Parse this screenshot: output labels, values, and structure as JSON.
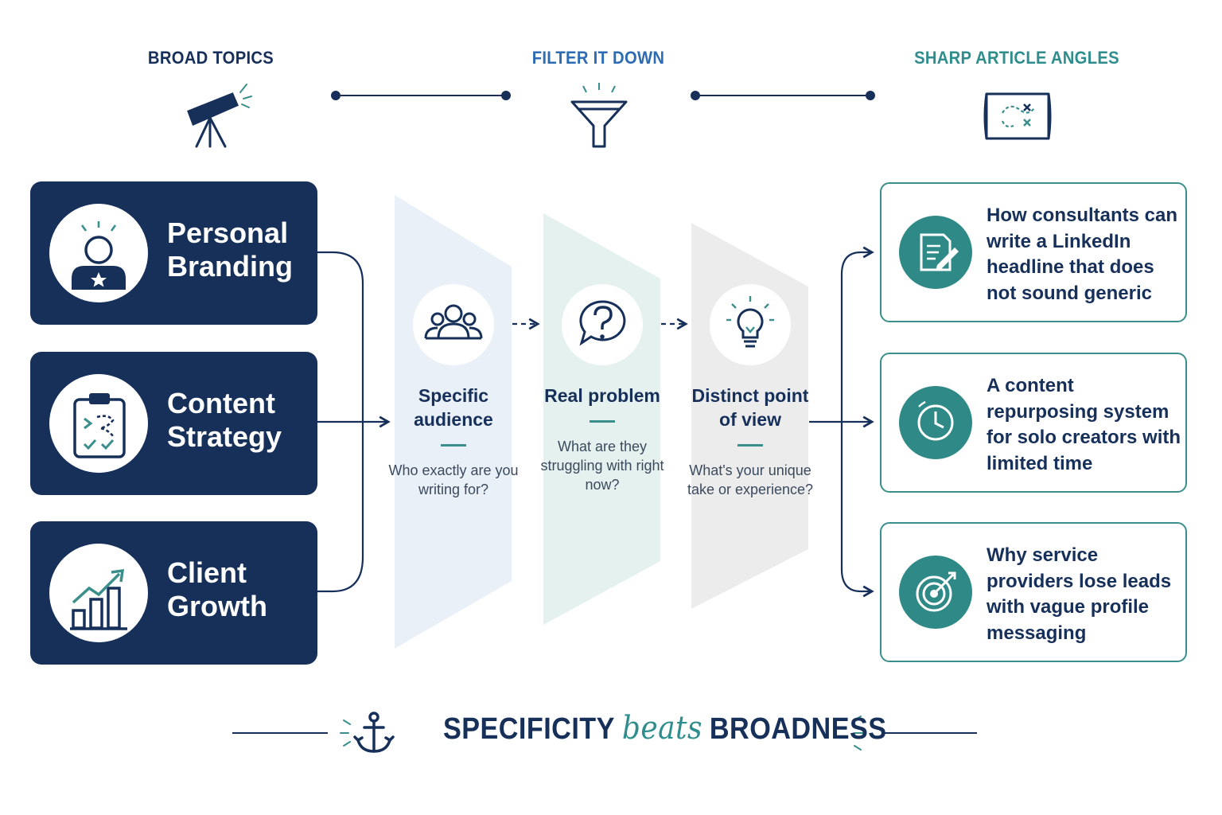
{
  "headers": {
    "broad": "BROAD TOPICS",
    "filter": "FILTER IT DOWN",
    "sharp": "SHARP ARTICLE ANGLES"
  },
  "topics": [
    {
      "label": "Personal Branding",
      "icon": "person-star-icon"
    },
    {
      "label": "Content Strategy",
      "icon": "clipboard-plan-icon"
    },
    {
      "label": "Client Growth",
      "icon": "growth-chart-icon"
    }
  ],
  "stages": [
    {
      "title": "Specific audience",
      "question": "Who exactly are you writing for?",
      "icon": "people-group-icon",
      "color": "#eaf0f8"
    },
    {
      "title": "Real problem",
      "question": "What are they struggling with right now?",
      "icon": "question-bubble-icon",
      "color": "#e4f1ef"
    },
    {
      "title": "Distinct point of view",
      "question": "What's your unique take or experience?",
      "icon": "lightbulb-icon",
      "color": "#ececec"
    }
  ],
  "angles": [
    {
      "text": "How consultants can write a LinkedIn headline that does not sound generic",
      "icon": "document-pen-icon"
    },
    {
      "text": "A content repurposing system for solo creators with limited time",
      "icon": "clock-icon"
    },
    {
      "text": "Why service providers lose leads with vague profile messaging",
      "icon": "target-icon"
    }
  ],
  "footer": {
    "part1": "SPECIFICITY",
    "part2": "beats",
    "part3": "BROADNESS",
    "icon": "anchor-icon"
  },
  "colors": {
    "navy": "#17305a",
    "blue": "#2d6cb5",
    "teal": "#2f8d8d"
  }
}
